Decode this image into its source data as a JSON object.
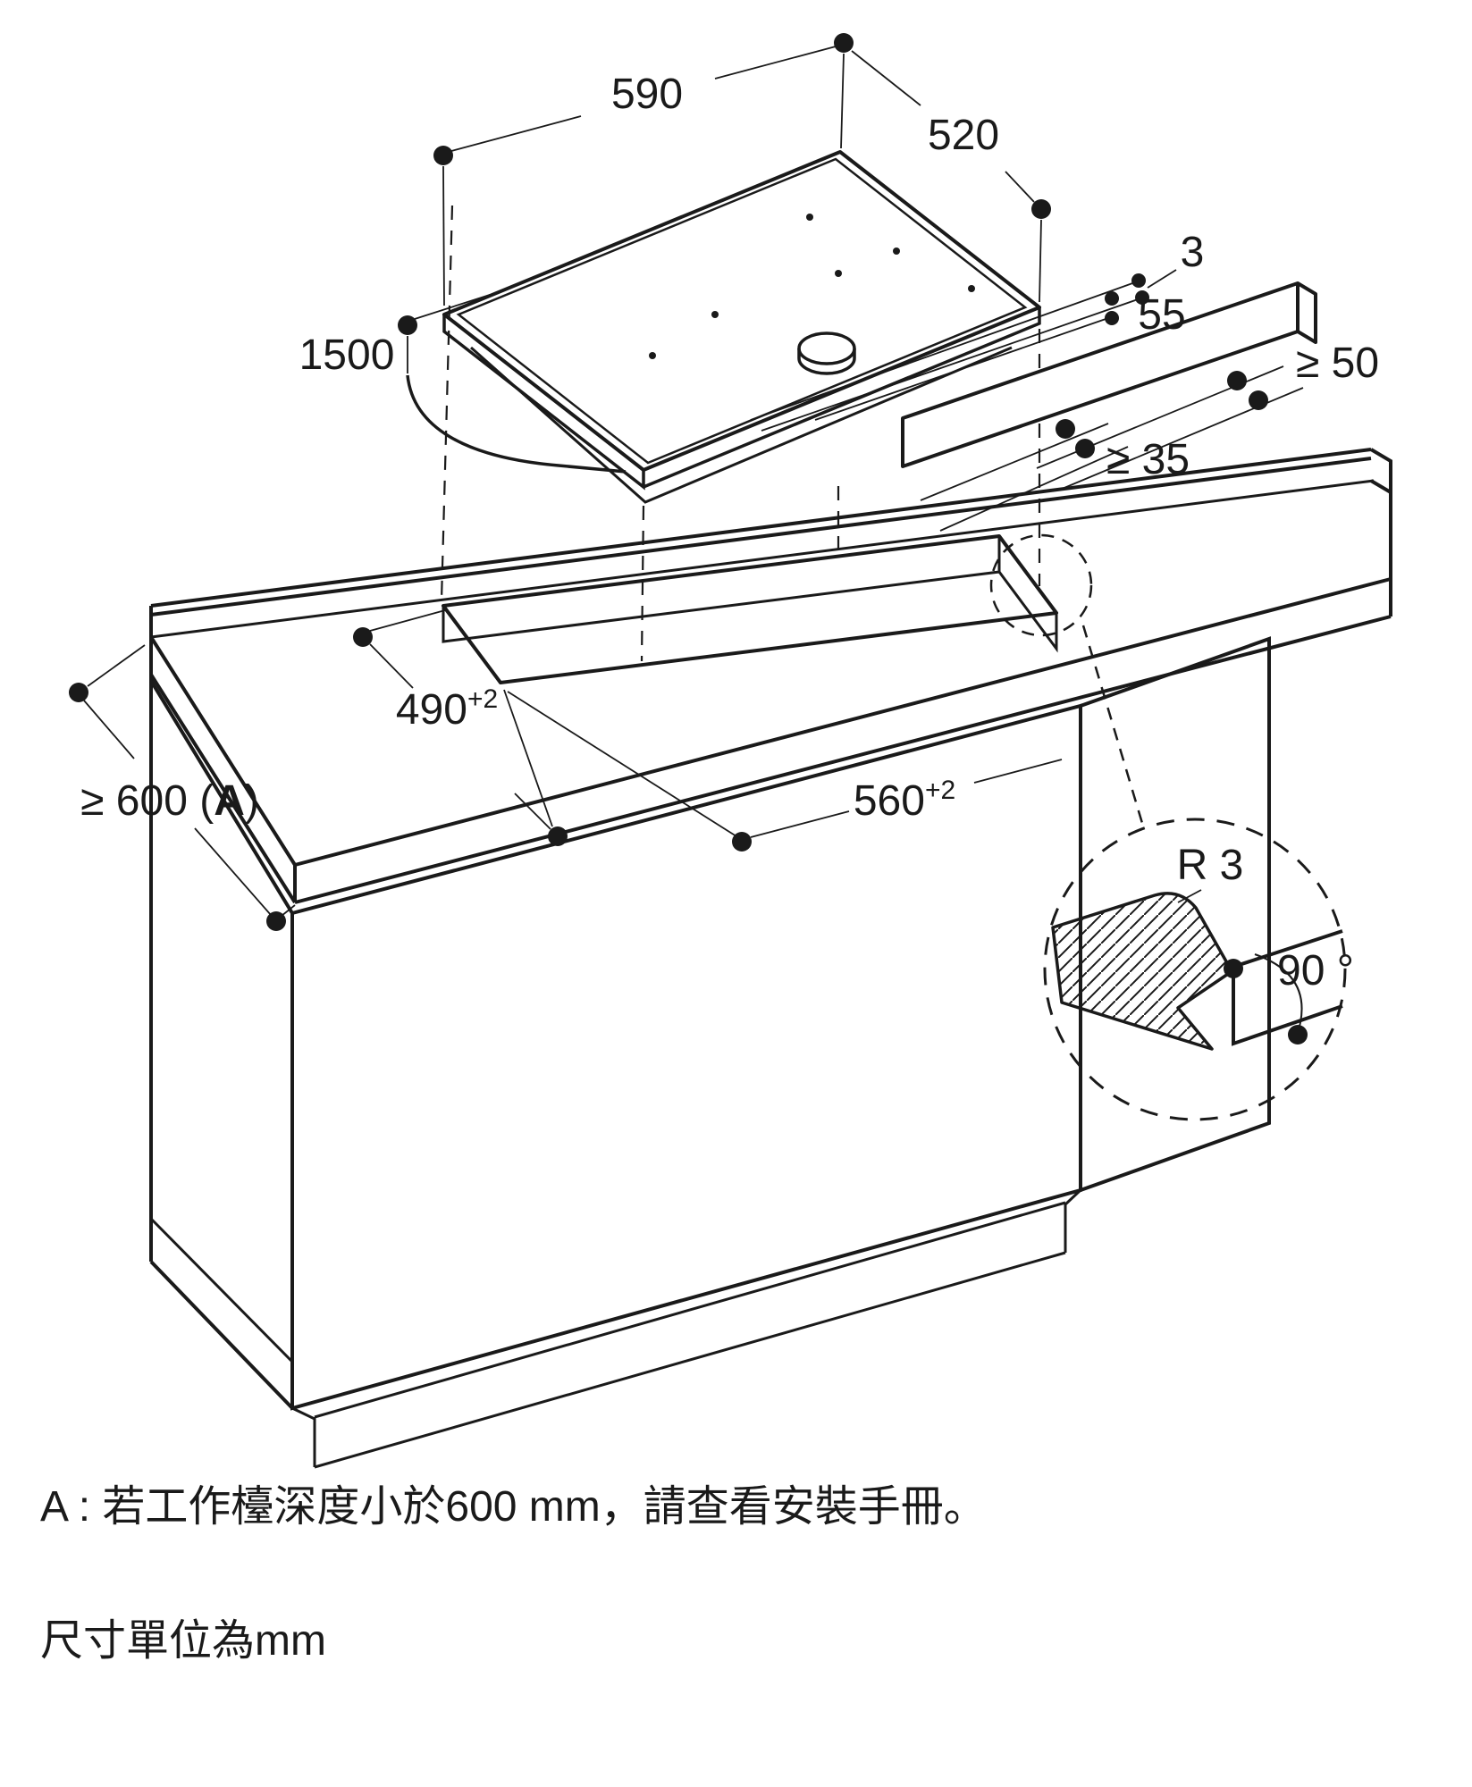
{
  "page": {
    "background": "#ffffff",
    "line_color": "#1a1a1a"
  },
  "dimensions": {
    "width_590": {
      "label": "590"
    },
    "depth_520": {
      "label": "520"
    },
    "cable_1500": {
      "label": "1500"
    },
    "thickness_3": {
      "label": "3"
    },
    "height_55": {
      "label": "55"
    },
    "clearance_right": {
      "label": "≥ 50"
    },
    "clearance_rear": {
      "label": "≥ 35"
    },
    "cutout_depth": {
      "label": "490",
      "tolerance": "+2"
    },
    "cutout_width": {
      "label": "560",
      "tolerance": "+2"
    },
    "worktop_depth": {
      "prefix": "≥ 600 (",
      "bold": "A",
      "suffix": ")"
    }
  },
  "detail": {
    "radius": "R 3",
    "angle": "90 °"
  },
  "notes": {
    "note_a": "A : 若工作檯深度小於600 mm，請查看安裝手冊。",
    "units": "尺寸單位為mm"
  }
}
